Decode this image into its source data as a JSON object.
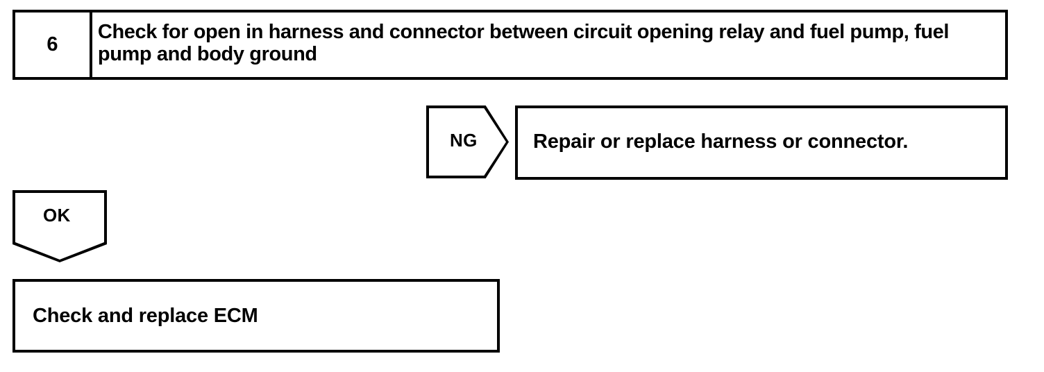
{
  "document": {
    "type": "troubleshooting-flowchart",
    "ink_color": "#000000",
    "paper_color": "#ffffff"
  },
  "step": {
    "number": "6",
    "description": "Check for open in harness and connector between circuit opening relay and fuel pump, fuel pump and body ground"
  },
  "branches": {
    "ng": {
      "tag_label": "NG",
      "result_text": "Repair or replace harness or connector.",
      "connector_icon": "arrow-right-pentagon-icon"
    },
    "ok": {
      "tag_label": "OK",
      "result_text": "Check and replace ECM",
      "connector_icon": "arrow-down-pentagon-icon"
    }
  }
}
